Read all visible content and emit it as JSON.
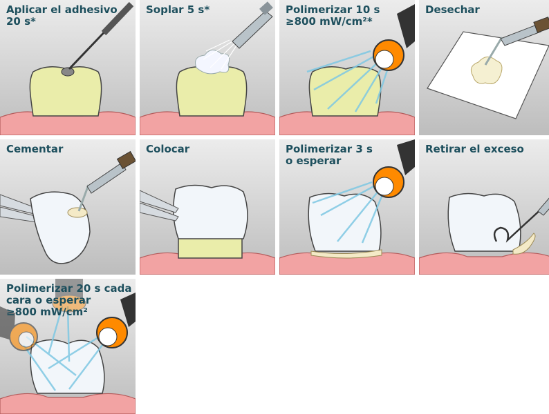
{
  "steps": [
    {
      "title": "Aplicar el adhesivo\n20 s*"
    },
    {
      "title": "Soplar 5 s*"
    },
    {
      "title": "Polimerizar 10 s\n≥800 mW/cm²*"
    },
    {
      "title": "Desechar"
    },
    {
      "title": "Cementar"
    },
    {
      "title": "Colocar"
    },
    {
      "title": "Polimerizar 3 s\no esperar"
    },
    {
      "title": "Retirar el exceso"
    },
    {
      "title": "Polimerizar 20 s cada\ncara o esperar\n≥800 mW/cm²"
    }
  ],
  "colors": {
    "panel_bg": "#d3d3d3",
    "label": "#1d4f5d",
    "gum": "#f2a3a3",
    "tooth_prepared": "#eaedaa",
    "crown": "#f2f6fa",
    "curing_light": "#ff8a00",
    "light_beam": "#7ec8e3"
  },
  "icons": [
    "applicator-brush-icon",
    "air-syringe-icon",
    "curing-light-icon",
    "tweezers-icon",
    "scaler-icon"
  ]
}
